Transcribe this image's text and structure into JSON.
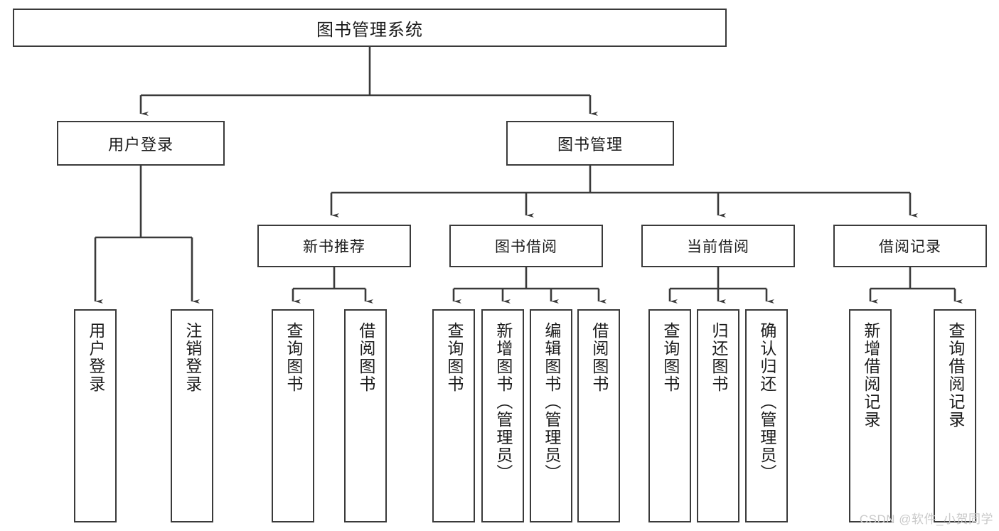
{
  "diagram": {
    "title": "图书管理系统",
    "watermark": "CSDN @软件_小贺同学",
    "colors": {
      "stroke": "#3a3a3a",
      "text": "#1b1b1b",
      "background": "#ffffff",
      "watermark": "#c9c9c9"
    },
    "root": {
      "label": "图书管理系统"
    },
    "level2": [
      {
        "label": "用户登录"
      },
      {
        "label": "图书管理"
      }
    ],
    "level3": [
      {
        "label": "新书推荐"
      },
      {
        "label": "图书借阅"
      },
      {
        "label": "当前借阅"
      },
      {
        "label": "借阅记录"
      }
    ],
    "leaves": {
      "user_login": [
        {
          "label": "用户登录"
        },
        {
          "label": "注销登录"
        }
      ],
      "new_book": [
        {
          "label": "查询图书"
        },
        {
          "label": "借阅图书"
        }
      ],
      "book_borrow": [
        {
          "label": "查询图书"
        },
        {
          "label": "新增图书（管理员）"
        },
        {
          "label": "编辑图书（管理员）"
        },
        {
          "label": "借阅图书"
        }
      ],
      "current_borrow": [
        {
          "label": "查询图书"
        },
        {
          "label": "归还图书"
        },
        {
          "label": "确认归还（管理员）"
        }
      ],
      "borrow_record": [
        {
          "label": "新增借阅记录"
        },
        {
          "label": "查询借阅记录"
        }
      ]
    }
  }
}
